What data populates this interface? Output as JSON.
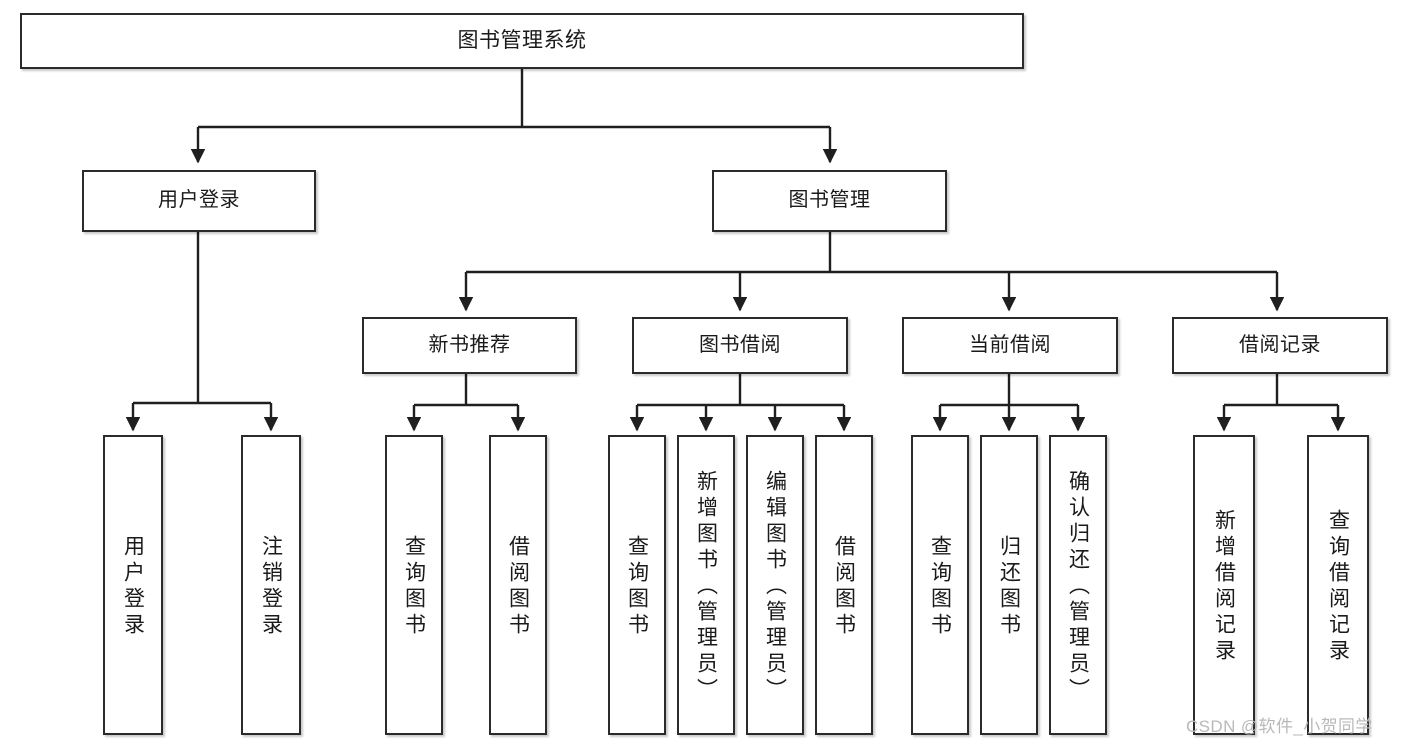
{
  "diagram": {
    "title": "图书管理系统",
    "type": "tree-hierarchy-diagram",
    "colors": {
      "box_border": "#2b2b2b",
      "box_fill": "#ffffff",
      "connector": "#1f1f1f",
      "watermark": "#b9b9b9",
      "background": "#ffffff"
    },
    "watermark": "CSDN @软件_小贺同学",
    "root": {
      "label": "图书管理系统"
    },
    "level_two": [
      {
        "label": "用户登录"
      },
      {
        "label": "图书管理"
      }
    ],
    "level_three": [
      {
        "label": "新书推荐"
      },
      {
        "label": "图书借阅"
      },
      {
        "label": "当前借阅"
      },
      {
        "label": "借阅记录"
      }
    ],
    "leaves": {
      "user_login": [
        {
          "label": "用户登录"
        },
        {
          "label": "注销登录"
        }
      ],
      "new_book_recommend": [
        {
          "label": "查询图书"
        },
        {
          "label": "借阅图书"
        }
      ],
      "book_borrow": [
        {
          "label": "查询图书"
        },
        {
          "label": "新增图书（管理员）"
        },
        {
          "label": "编辑图书（管理员）"
        },
        {
          "label": "借阅图书"
        }
      ],
      "current_borrow": [
        {
          "label": "查询图书"
        },
        {
          "label": "归还图书"
        },
        {
          "label": "确认归还（管理员）"
        }
      ],
      "borrow_records": [
        {
          "label": "新增借阅记录"
        },
        {
          "label": "查询借阅记录"
        }
      ]
    }
  }
}
